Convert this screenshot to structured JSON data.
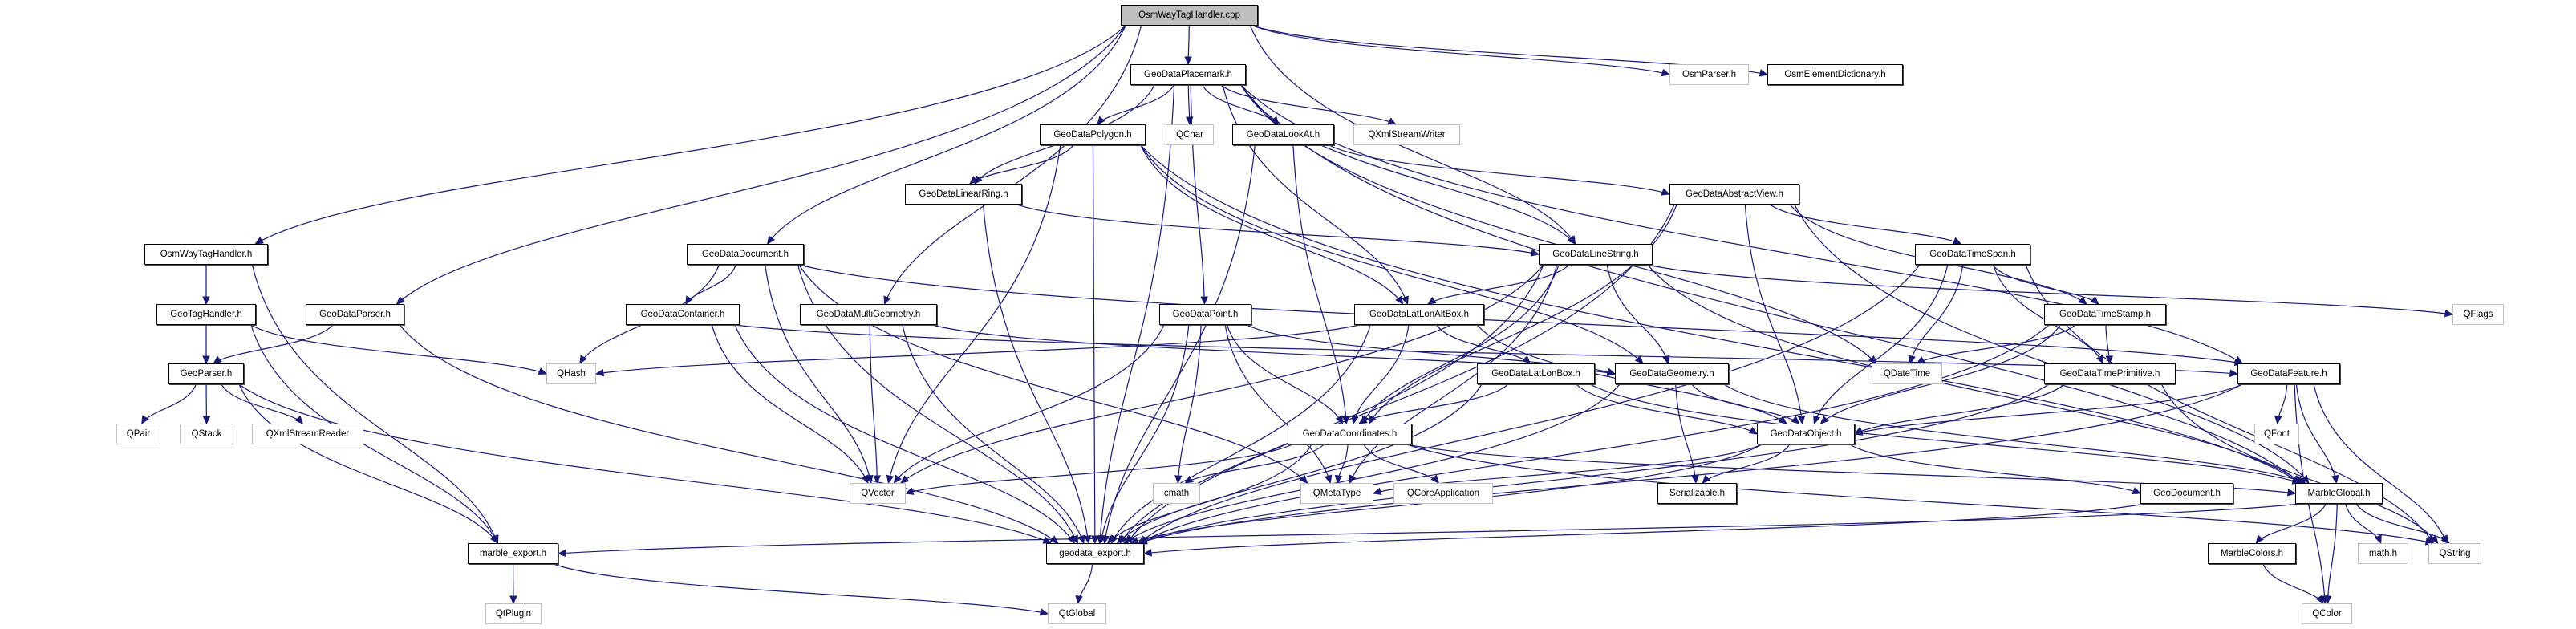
{
  "diagram": {
    "title": "OsmWayTagHandler.cpp",
    "edge_color": "#191970",
    "root_fill": "#bfbfbf",
    "external_border": "#bfbfbf",
    "nodes": [
      {
        "id": "root",
        "label": "OsmWayTagHandler.cpp",
        "kind": "root"
      },
      {
        "id": "placemark",
        "label": "GeoDataPlacemark.h",
        "kind": "doc"
      },
      {
        "id": "osmparser",
        "label": "OsmParser.h",
        "kind": "ext"
      },
      {
        "id": "osmelemdict",
        "label": "OsmElementDictionary.h",
        "kind": "doc"
      },
      {
        "id": "polygon",
        "label": "GeoDataPolygon.h",
        "kind": "doc"
      },
      {
        "id": "qchar",
        "label": "QChar",
        "kind": "ext"
      },
      {
        "id": "lookat",
        "label": "GeoDataLookAt.h",
        "kind": "doc"
      },
      {
        "id": "qxmlwriter",
        "label": "QXmlStreamWriter",
        "kind": "ext"
      },
      {
        "id": "linearring",
        "label": "GeoDataLinearRing.h",
        "kind": "doc"
      },
      {
        "id": "abstractview",
        "label": "GeoDataAbstractView.h",
        "kind": "doc"
      },
      {
        "id": "osmwayh",
        "label": "OsmWayTagHandler.h",
        "kind": "doc"
      },
      {
        "id": "document",
        "label": "GeoDataDocument.h",
        "kind": "doc"
      },
      {
        "id": "linestring",
        "label": "GeoDataLineString.h",
        "kind": "doc"
      },
      {
        "id": "timespan",
        "label": "GeoDataTimeSpan.h",
        "kind": "doc"
      },
      {
        "id": "geotaghandler",
        "label": "GeoTagHandler.h",
        "kind": "doc"
      },
      {
        "id": "geodataparser",
        "label": "GeoDataParser.h",
        "kind": "doc"
      },
      {
        "id": "container",
        "label": "GeoDataContainer.h",
        "kind": "doc"
      },
      {
        "id": "multigeometry",
        "label": "GeoDataMultiGeometry.h",
        "kind": "doc"
      },
      {
        "id": "point",
        "label": "GeoDataPoint.h",
        "kind": "doc"
      },
      {
        "id": "latlonaltbox",
        "label": "GeoDataLatLonAltBox.h",
        "kind": "doc"
      },
      {
        "id": "timestamp",
        "label": "GeoDataTimeStamp.h",
        "kind": "doc"
      },
      {
        "id": "qflags",
        "label": "QFlags",
        "kind": "ext"
      },
      {
        "id": "geoparser",
        "label": "GeoParser.h",
        "kind": "doc"
      },
      {
        "id": "qhash",
        "label": "QHash",
        "kind": "ext"
      },
      {
        "id": "latlonbox",
        "label": "GeoDataLatLonBox.h",
        "kind": "doc"
      },
      {
        "id": "geometry",
        "label": "GeoDataGeometry.h",
        "kind": "doc"
      },
      {
        "id": "qdatetime",
        "label": "QDateTime",
        "kind": "ext"
      },
      {
        "id": "timeprimitive",
        "label": "GeoDataTimePrimitive.h",
        "kind": "doc"
      },
      {
        "id": "feature",
        "label": "GeoDataFeature.h",
        "kind": "doc"
      },
      {
        "id": "qpair",
        "label": "QPair",
        "kind": "ext"
      },
      {
        "id": "qstack",
        "label": "QStack",
        "kind": "ext"
      },
      {
        "id": "qxmlreader",
        "label": "QXmlStreamReader",
        "kind": "ext"
      },
      {
        "id": "coordinates",
        "label": "GeoDataCoordinates.h",
        "kind": "doc"
      },
      {
        "id": "object",
        "label": "GeoDataObject.h",
        "kind": "doc"
      },
      {
        "id": "qfont",
        "label": "QFont",
        "kind": "ext"
      },
      {
        "id": "qvector",
        "label": "QVector",
        "kind": "ext"
      },
      {
        "id": "cmath",
        "label": "cmath",
        "kind": "ext"
      },
      {
        "id": "qmetatype",
        "label": "QMetaType",
        "kind": "ext"
      },
      {
        "id": "qcoreapp",
        "label": "QCoreApplication",
        "kind": "ext"
      },
      {
        "id": "serializable",
        "label": "Serializable.h",
        "kind": "doc"
      },
      {
        "id": "geodocument",
        "label": "GeoDocument.h",
        "kind": "doc"
      },
      {
        "id": "marbleglobal",
        "label": "MarbleGlobal.h",
        "kind": "doc"
      },
      {
        "id": "marbleexport",
        "label": "marble_export.h",
        "kind": "doc"
      },
      {
        "id": "geodataexport",
        "label": "geodata_export.h",
        "kind": "doc"
      },
      {
        "id": "marblecolors",
        "label": "MarbleColors.h",
        "kind": "doc"
      },
      {
        "id": "mathh",
        "label": "math.h",
        "kind": "ext"
      },
      {
        "id": "qstring",
        "label": "QString",
        "kind": "ext"
      },
      {
        "id": "qtplugin",
        "label": "QtPlugin",
        "kind": "ext"
      },
      {
        "id": "qtglobal",
        "label": "QtGlobal",
        "kind": "ext"
      },
      {
        "id": "qcolor",
        "label": "QColor",
        "kind": "ext"
      }
    ],
    "edges": [
      [
        "root",
        "placemark"
      ],
      [
        "root",
        "osmparser"
      ],
      [
        "root",
        "osmelemdict"
      ],
      [
        "root",
        "osmwayh"
      ],
      [
        "root",
        "geodataparser"
      ],
      [
        "root",
        "document"
      ],
      [
        "root",
        "multigeometry"
      ],
      [
        "root",
        "linestring"
      ],
      [
        "placemark",
        "polygon"
      ],
      [
        "placemark",
        "qchar"
      ],
      [
        "placemark",
        "lookat"
      ],
      [
        "placemark",
        "qxmlwriter"
      ],
      [
        "placemark",
        "linearring"
      ],
      [
        "placemark",
        "linestring"
      ],
      [
        "placemark",
        "point"
      ],
      [
        "placemark",
        "latlonaltbox"
      ],
      [
        "placemark",
        "qdatetime"
      ],
      [
        "placemark",
        "feature"
      ],
      [
        "placemark",
        "geodataexport"
      ],
      [
        "placemark",
        "marbleglobal"
      ],
      [
        "polygon",
        "linearring"
      ],
      [
        "polygon",
        "latlonaltbox"
      ],
      [
        "polygon",
        "geometry"
      ],
      [
        "polygon",
        "qvector"
      ],
      [
        "polygon",
        "geodataexport"
      ],
      [
        "polygon",
        "marbleglobal"
      ],
      [
        "lookat",
        "abstractview"
      ],
      [
        "lookat",
        "coordinates"
      ],
      [
        "lookat",
        "geodataexport"
      ],
      [
        "linearring",
        "linestring"
      ],
      [
        "linearring",
        "geodataexport"
      ],
      [
        "abstractview",
        "object"
      ],
      [
        "abstractview",
        "timespan"
      ],
      [
        "abstractview",
        "timestamp"
      ],
      [
        "abstractview",
        "coordinates"
      ],
      [
        "abstractview",
        "geodataexport"
      ],
      [
        "abstractview",
        "marbleglobal"
      ],
      [
        "osmwayh",
        "geotaghandler"
      ],
      [
        "osmwayh",
        "marbleexport"
      ],
      [
        "document",
        "container"
      ],
      [
        "document",
        "qhash"
      ],
      [
        "document",
        "qvector"
      ],
      [
        "document",
        "qmetatype"
      ],
      [
        "document",
        "geodataexport"
      ],
      [
        "document",
        "feature"
      ],
      [
        "linestring",
        "latlonaltbox"
      ],
      [
        "linestring",
        "coordinates"
      ],
      [
        "linestring",
        "geometry"
      ],
      [
        "linestring",
        "qvector"
      ],
      [
        "linestring",
        "qflags"
      ],
      [
        "linestring",
        "qmetatype"
      ],
      [
        "linestring",
        "geodataexport"
      ],
      [
        "linestring",
        "marbleglobal"
      ],
      [
        "timespan",
        "timestamp"
      ],
      [
        "timespan",
        "timeprimitive"
      ],
      [
        "timespan",
        "qdatetime"
      ],
      [
        "timespan",
        "object"
      ],
      [
        "timespan",
        "geodataexport"
      ],
      [
        "timespan",
        "qstring"
      ],
      [
        "geotaghandler",
        "geoparser"
      ],
      [
        "geotaghandler",
        "qhash"
      ],
      [
        "geotaghandler",
        "marbleexport"
      ],
      [
        "geodataparser",
        "geoparser"
      ],
      [
        "geodataparser",
        "geodataexport"
      ],
      [
        "container",
        "feature"
      ],
      [
        "container",
        "qvector"
      ],
      [
        "container",
        "geodataexport"
      ],
      [
        "multigeometry",
        "geometry"
      ],
      [
        "multigeometry",
        "qvector"
      ],
      [
        "multigeometry",
        "geodataexport"
      ],
      [
        "point",
        "coordinates"
      ],
      [
        "point",
        "geometry"
      ],
      [
        "point",
        "qvector"
      ],
      [
        "point",
        "cmath"
      ],
      [
        "point",
        "qmetatype"
      ],
      [
        "point",
        "geodataexport"
      ],
      [
        "latlonaltbox",
        "latlonbox"
      ],
      [
        "latlonaltbox",
        "coordinates"
      ],
      [
        "latlonaltbox",
        "qhash"
      ],
      [
        "latlonaltbox",
        "geodataexport"
      ],
      [
        "latlonaltbox",
        "object"
      ],
      [
        "timestamp",
        "timeprimitive"
      ],
      [
        "timestamp",
        "qdatetime"
      ],
      [
        "timestamp",
        "object"
      ],
      [
        "timestamp",
        "geodataexport"
      ],
      [
        "geoparser",
        "qpair"
      ],
      [
        "geoparser",
        "qstack"
      ],
      [
        "geoparser",
        "qxmlreader"
      ],
      [
        "geoparser",
        "geodataexport"
      ],
      [
        "geoparser",
        "marbleexport"
      ],
      [
        "latlonbox",
        "coordinates"
      ],
      [
        "latlonbox",
        "object"
      ],
      [
        "latlonbox",
        "geodataexport"
      ],
      [
        "latlonbox",
        "marbleglobal"
      ],
      [
        "geometry",
        "object"
      ],
      [
        "geometry",
        "serializable"
      ],
      [
        "geometry",
        "geodataexport"
      ],
      [
        "geometry",
        "marbleglobal"
      ],
      [
        "timeprimitive",
        "object"
      ],
      [
        "timeprimitive",
        "geodataexport"
      ],
      [
        "timeprimitive",
        "qstring"
      ],
      [
        "feature",
        "object"
      ],
      [
        "feature",
        "qfont"
      ],
      [
        "feature",
        "qstring"
      ],
      [
        "feature",
        "qcolor"
      ],
      [
        "feature",
        "geodataexport"
      ],
      [
        "feature",
        "marbleglobal"
      ],
      [
        "coordinates",
        "qvector"
      ],
      [
        "coordinates",
        "cmath"
      ],
      [
        "coordinates",
        "qmetatype"
      ],
      [
        "coordinates",
        "qcoreapp"
      ],
      [
        "coordinates",
        "geodataexport"
      ],
      [
        "coordinates",
        "marbleglobal"
      ],
      [
        "coordinates",
        "qstring"
      ],
      [
        "object",
        "geodocument"
      ],
      [
        "object",
        "serializable"
      ],
      [
        "object",
        "qmetatype"
      ],
      [
        "object",
        "geodataexport"
      ],
      [
        "geodocument",
        "geodataexport"
      ],
      [
        "marbleglobal",
        "marblecolors"
      ],
      [
        "marbleglobal",
        "mathh"
      ],
      [
        "marbleglobal",
        "qstring"
      ],
      [
        "marbleglobal",
        "qcolor"
      ],
      [
        "marbleglobal",
        "marbleexport"
      ],
      [
        "marbleexport",
        "qtplugin"
      ],
      [
        "marbleexport",
        "qtglobal"
      ],
      [
        "geodataexport",
        "qtglobal"
      ],
      [
        "marblecolors",
        "qcolor"
      ]
    ]
  }
}
